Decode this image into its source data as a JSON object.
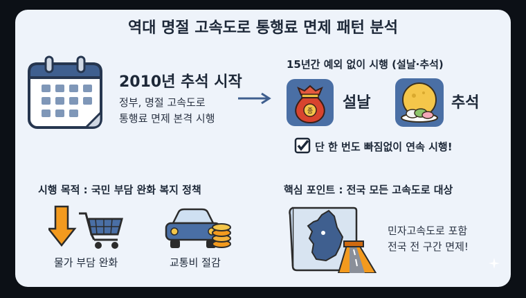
{
  "title": "역대 명절 고속도로 통행료 면제 패턴 분석",
  "start": {
    "heading": "2010년 추석 시작",
    "line1": "정부, 명절 고속도로",
    "line2": "통행료 면제 본격 시행",
    "icon": "calendar-icon"
  },
  "history": {
    "heading": "15년간 예외 없이 시행 (설날·추석)",
    "seollal_label": "설날",
    "chuseok_label": "추석",
    "check_text": "단 한 번도 빠짐없이 연속 시행!",
    "pouch_glyph": "종"
  },
  "purpose": {
    "heading": "시행 목적 : 국민 부담 완화 복지 정책",
    "item1": "물가 부담 완화",
    "item2": "교통비 절감"
  },
  "keypoint": {
    "heading": "핵심 포인트 : 전국 모든 고속도로 대상",
    "line1": "민자고속도로 포함",
    "line2": "전국 전 구간 면제!"
  },
  "colors": {
    "accent_blue": "#3f5f8f",
    "pouch_red": "#d8442e",
    "moon_yellow": "#f4c64a",
    "arrow_orange": "#f39a1e"
  }
}
